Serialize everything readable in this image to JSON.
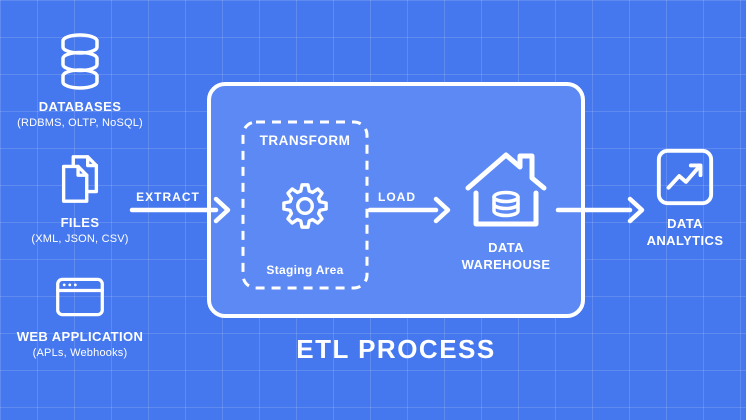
{
  "title": "ETL PROCESS",
  "colors": {
    "background": "#4577ee",
    "panel": "#5c89f4",
    "grid": "#ffffff24",
    "stroke": "#ffffff"
  },
  "sources": [
    {
      "label": "DATABASES",
      "sublabel": "(RDBMS, OLTP, NoSQL)",
      "icon": "database-icon"
    },
    {
      "label": "FILES",
      "sublabel": "(XML, JSON, CSV)",
      "icon": "files-icon"
    },
    {
      "label": "WEB APPLICATION",
      "sublabel": "(APLs, Webhooks)",
      "icon": "browser-icon"
    }
  ],
  "arrows": {
    "extract": "EXTRACT",
    "load": "LOAD"
  },
  "etl_box": {
    "transform_title": "TRANSFORM",
    "staging_label": "Staging Area",
    "icon": "gear-icon"
  },
  "warehouse": {
    "label": "DATA WAREHOUSE",
    "icon": "house-database-icon"
  },
  "analytics": {
    "label": "DATA ANALYTICS",
    "icon": "line-chart-icon"
  }
}
